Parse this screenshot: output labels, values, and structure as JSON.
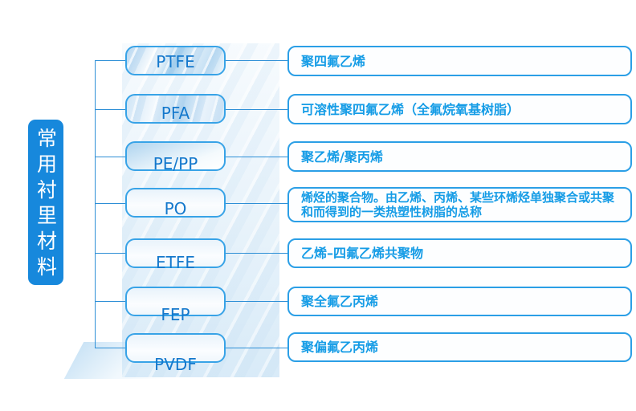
{
  "sidebar": {
    "title": "常用衬里材料"
  },
  "colors": {
    "sidebar_bg": "#1788dc",
    "box_border": "#38a3e7",
    "desc_border": "#2b9fe6",
    "abbr_text": "#1478cc",
    "desc_text": "#159ce6",
    "connector_line": "#2e8fd6"
  },
  "rows": [
    {
      "abbr": "PTFE",
      "desc": "聚四氟乙烯"
    },
    {
      "abbr": "PFA",
      "desc": "可溶性聚四氟乙烯（全氟烷氧基树脂）"
    },
    {
      "abbr": "PE/PP",
      "desc": "聚乙烯/聚丙烯"
    },
    {
      "abbr": "PO",
      "desc": "烯烃的聚合物。由乙烯、丙烯、某些环烯烃单独聚合或共聚和而得到的一类热塑性树脂的总称"
    },
    {
      "abbr": "ETFE",
      "desc": "乙烯–四氟乙烯共聚物"
    },
    {
      "abbr": "FEP",
      "desc": "聚全氟乙丙烯"
    },
    {
      "abbr": "PVDF",
      "desc": "聚偏氟乙丙烯"
    }
  ]
}
